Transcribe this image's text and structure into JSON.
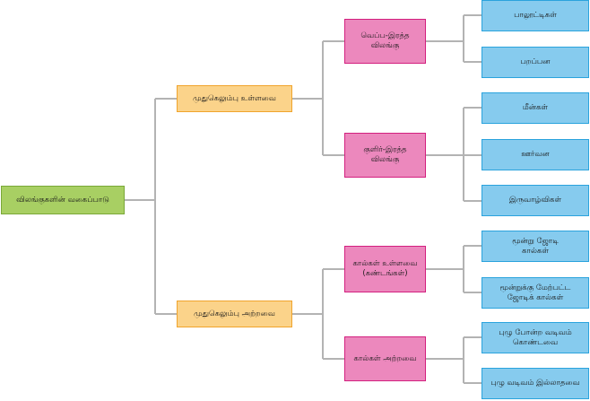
{
  "root": {
    "label": "விலங்குகளின் வகைப்பாடு"
  },
  "level1": [
    {
      "label": "முதுகெலும்பு உள்ளவை"
    },
    {
      "label": "முதுகெலும்பு அற்றவை"
    }
  ],
  "level2": [
    {
      "label": "வெப்ப-இரத்த\nவிலங்கு"
    },
    {
      "label": "குளிர்-இரத்த\nவிலங்கு"
    },
    {
      "label": "கால்கள் உள்ளவை\n(கண்டங்கள்)"
    },
    {
      "label": "கால்கள் அற்றவை"
    }
  ],
  "level3": [
    {
      "label": "பாலூட்டிகள்"
    },
    {
      "label": "பறப்பன"
    },
    {
      "label": "மீன்கள்"
    },
    {
      "label": "ஊர்வன"
    },
    {
      "label": "இருவாழ்விகள்"
    },
    {
      "label": "மூன்று ஜோடி\nகால்கள்"
    },
    {
      "label": "மூன்றுக்கு மேற்பட்ட\nஜோடிக் கால்கள்"
    },
    {
      "label": "புழு போன்ற வடிவம்\nகொண்டவை"
    },
    {
      "label": "புழு வடிவம் இல்லாதவை"
    }
  ]
}
